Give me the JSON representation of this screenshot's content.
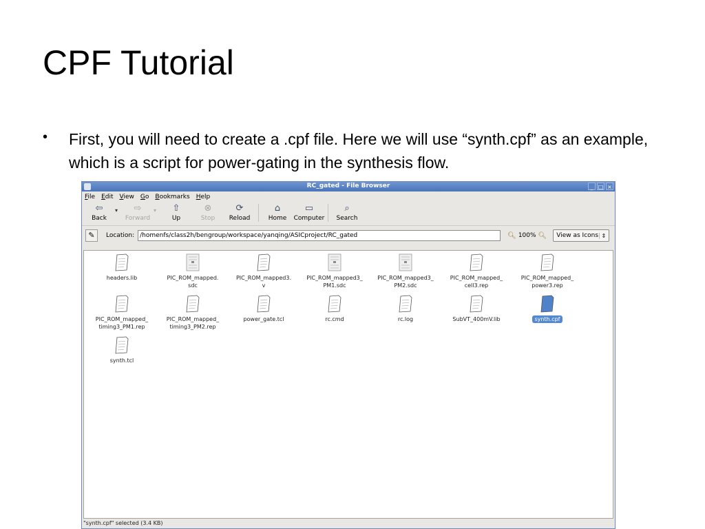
{
  "slide": {
    "title": "CPF Tutorial",
    "bullet": "First, you will need to create a .cpf file. Here we will use “synth.cpf” as an example, which is a script for power-gating in the synthesis flow."
  },
  "window": {
    "title": "RC_gated - File Browser",
    "controls": [
      "minimize",
      "maximize",
      "close"
    ]
  },
  "menu": [
    "File",
    "Edit",
    "View",
    "Go",
    "Bookmarks",
    "Help"
  ],
  "toolbar": {
    "back": "Back",
    "forward": "Forward",
    "up": "Up",
    "stop": "Stop",
    "reload": "Reload",
    "home": "Home",
    "computer": "Computer",
    "search": "Search"
  },
  "location": {
    "label": "Location:",
    "value": "/homenfs/class2h/bengroup/workspace/yanqing/ASICproject/RC_gated",
    "zoom": "100%",
    "view_mode": "View as Icons"
  },
  "files": [
    {
      "name": "headers.lib",
      "icon": "text-file-icon"
    },
    {
      "name": "PIC_ROM_mapped.\nsdc",
      "icon": "document-file-icon"
    },
    {
      "name": "PIC_ROM_mapped3.\nv",
      "icon": "text-file-icon"
    },
    {
      "name": "PIC_ROM_mapped3_\nPM1.sdc",
      "icon": "document-file-icon"
    },
    {
      "name": "PIC_ROM_mapped3_\nPM2.sdc",
      "icon": "document-file-icon"
    },
    {
      "name": "PIC_ROM_mapped_\ncell3.rep",
      "icon": "text-file-icon"
    },
    {
      "name": "PIC_ROM_mapped_\npower3.rep",
      "icon": "text-file-icon"
    },
    {
      "name": "PIC_ROM_mapped_\ntiming3_PM1.rep",
      "icon": "text-file-icon"
    },
    {
      "name": "PIC_ROM_mapped_\ntiming3_PM2.rep",
      "icon": "text-file-icon"
    },
    {
      "name": "power_gate.tcl",
      "icon": "text-file-icon"
    },
    {
      "name": "rc.cmd",
      "icon": "text-file-icon"
    },
    {
      "name": "rc.log",
      "icon": "text-file-icon"
    },
    {
      "name": "SubVT_400mV.lib",
      "icon": "text-file-icon"
    },
    {
      "name": "synth.cpf",
      "icon": "text-file-icon",
      "selected": true
    },
    {
      "name": "synth.tcl",
      "icon": "text-file-icon"
    }
  ],
  "status": "\"synth.cpf\" selected (3.4 KB)",
  "colors": {
    "titlebar": "#5b83c4",
    "selection": "#5489d1"
  }
}
